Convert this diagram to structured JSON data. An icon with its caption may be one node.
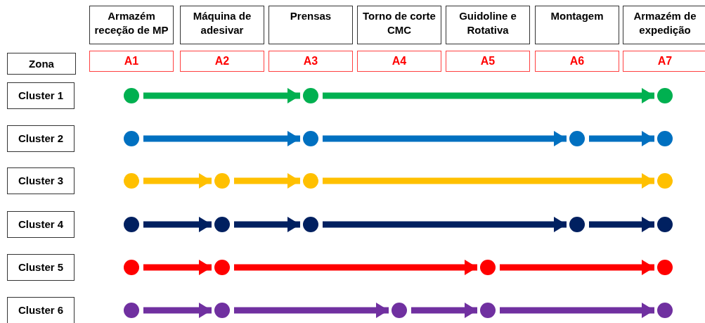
{
  "diagram": {
    "nodes": [
      {
        "text": [
          "Armazém receção de MP"
        ]
      },
      {
        "text": [
          "Máquina de adesivar"
        ]
      },
      {
        "text": [
          "Prensas"
        ]
      },
      {
        "text": [
          "Torno de corte CMC"
        ]
      },
      {
        "text": [
          "Guidoline e Rotativa"
        ]
      },
      {
        "text": [
          "Montagem"
        ]
      },
      {
        "text": [
          "Armazém de expedição"
        ]
      },
      {
        "text": [
          "Zona"
        ]
      },
      {
        "text": [
          "A1"
        ]
      },
      {
        "text": [
          "A2"
        ]
      },
      {
        "text": [
          "A3"
        ]
      },
      {
        "text": [
          "A4"
        ]
      },
      {
        "text": [
          "A5"
        ]
      },
      {
        "text": [
          "A6"
        ]
      },
      {
        "text": [
          "A7"
        ]
      },
      {
        "text": [
          "Cluster 1"
        ]
      },
      {
        "text": [
          "Cluster 2"
        ]
      },
      {
        "text": [
          "Cluster 3"
        ]
      },
      {
        "text": [
          "Cluster 4"
        ]
      },
      {
        "text": [
          "Cluster 5"
        ]
      },
      {
        "text": [
          "Cluster 6"
        ]
      },
      {
        "text": [],
        "shape": "circle"
      },
      {
        "text": [],
        "shape": "circle"
      },
      {
        "text": [],
        "shape": "circle"
      },
      {
        "text": [],
        "shape": "circle"
      },
      {
        "text": [],
        "shape": "circle"
      },
      {
        "text": [],
        "shape": "circle"
      },
      {
        "text": [],
        "shape": "circle"
      },
      {
        "text": [],
        "shape": "circle"
      },
      {
        "text": [],
        "shape": "circle"
      },
      {
        "text": [],
        "shape": "circle"
      },
      {
        "text": [],
        "shape": "circle"
      },
      {
        "text": [],
        "shape": "circle"
      },
      {
        "text": [],
        "shape": "circle"
      },
      {
        "text": [],
        "shape": "circle"
      },
      {
        "text": [],
        "shape": "circle"
      },
      {
        "text": [],
        "shape": "circle"
      },
      {
        "text": [],
        "shape": "circle"
      },
      {
        "text": [],
        "shape": "circle"
      },
      {
        "text": [],
        "shape": "circle"
      },
      {
        "text": [],
        "shape": "circle"
      },
      {
        "text": [],
        "shape": "circle"
      },
      {
        "text": [],
        "shape": "circle"
      },
      {
        "text": [],
        "shape": "circle"
      },
      {
        "text": [],
        "shape": "circle"
      },
      {
        "text": [],
        "shape": "circle"
      }
    ],
    "edges": [
      {
        "from": 21,
        "to": 22,
        "arrow": "to",
        "color": "#00b050"
      },
      {
        "from": 22,
        "to": 23,
        "arrow": "to",
        "color": "#00b050"
      },
      {
        "from": 24,
        "to": 25,
        "arrow": "to",
        "color": "#0070c0"
      },
      {
        "from": 25,
        "to": 26,
        "arrow": "to",
        "color": "#0070c0"
      },
      {
        "from": 26,
        "to": 27,
        "arrow": "to",
        "color": "#0070c0"
      },
      {
        "from": 28,
        "to": 29,
        "arrow": "to",
        "color": "#ffc000"
      },
      {
        "from": 29,
        "to": 30,
        "arrow": "to",
        "color": "#ffc000"
      },
      {
        "from": 30,
        "to": 31,
        "arrow": "to",
        "color": "#ffc000"
      },
      {
        "from": 32,
        "to": 33,
        "arrow": "to",
        "color": "#002060"
      },
      {
        "from": 33,
        "to": 34,
        "arrow": "to",
        "color": "#002060"
      },
      {
        "from": 34,
        "to": 35,
        "arrow": "to",
        "color": "#002060"
      },
      {
        "from": 35,
        "to": 36,
        "arrow": "to",
        "color": "#002060"
      },
      {
        "from": 37,
        "to": 38,
        "arrow": "to",
        "color": "#ff0000"
      },
      {
        "from": 38,
        "to": 39,
        "arrow": "to",
        "color": "#ff0000"
      },
      {
        "from": 39,
        "to": 40,
        "arrow": "to",
        "color": "#ff0000"
      },
      {
        "from": 41,
        "to": 42,
        "arrow": "to",
        "color": "#7030a0"
      },
      {
        "from": 42,
        "to": 43,
        "arrow": "to",
        "color": "#7030a0"
      },
      {
        "from": 43,
        "to": 44,
        "arrow": "to",
        "color": "#7030a0"
      },
      {
        "from": 44,
        "to": 45,
        "arrow": "to",
        "color": "#7030a0"
      }
    ]
  }
}
